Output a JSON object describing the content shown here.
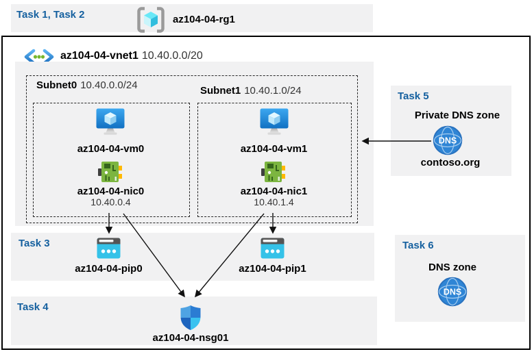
{
  "header": {
    "task_label": "Task 1, Task 2",
    "rg_name": "az104-04-rg1"
  },
  "vnet": {
    "name": "az104-04-vnet1",
    "cidr": "10.40.0.0/20"
  },
  "subnets": [
    {
      "name": "Subnet0",
      "cidr": "10.40.0.0/24",
      "vm": "az104-04-vm0",
      "nic": "az104-04-nic0",
      "ip": "10.40.0.4"
    },
    {
      "name": "Subnet1",
      "cidr": "10.40.1.0/24",
      "vm": "az104-04-vm1",
      "nic": "az104-04-nic1",
      "ip": "10.40.1.4"
    }
  ],
  "task5": {
    "label": "Task 5",
    "title": "Private DNS zone",
    "zone": "contoso.org"
  },
  "task3": {
    "label": "Task 3",
    "pip0": "az104-04-pip0",
    "pip1": "az104-04-pip1"
  },
  "task6": {
    "label": "Task 6",
    "title": "DNS zone"
  },
  "task4": {
    "label": "Task 4",
    "nsg": "az104-04-nsg01"
  },
  "icons": {
    "dns_label": "DNS"
  },
  "colors": {
    "task_label_blue": "#15609F",
    "panel_gray": "#F1F1F2",
    "pip_cyan": "#35C2E8",
    "nic_green": "#7CB540",
    "dns_blue": "#2F85D5",
    "vm_blue": "#2487D4",
    "rg_cube_cyan": "#31BEDE",
    "nsg_shield_blues": [
      "#4FA3E3",
      "#2B7CD3",
      "#1D64BE",
      "#3AC2F0"
    ]
  }
}
